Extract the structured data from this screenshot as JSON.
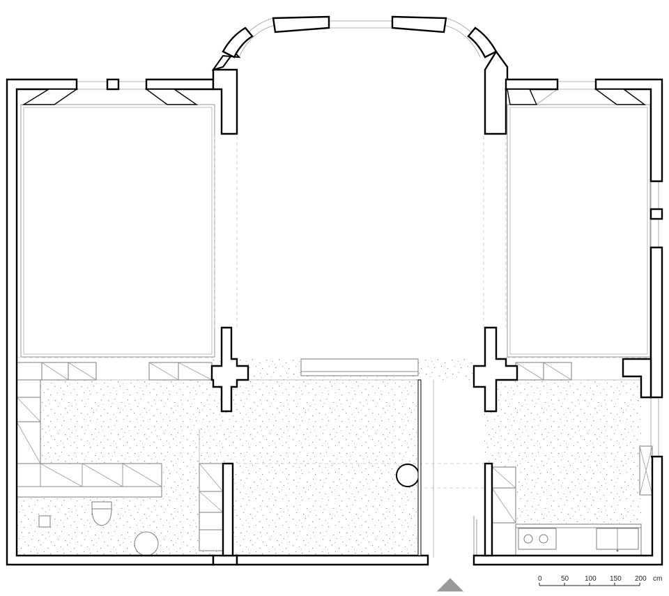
{
  "scale_bar": {
    "ticks": [
      "0",
      "50",
      "100",
      "150",
      "200"
    ],
    "unit": "cm"
  },
  "colors": {
    "wall": "#000000",
    "floor_terrazzo": "#ffffff",
    "speckle": "#8c8c8c",
    "entrance_marker": "#999999"
  }
}
